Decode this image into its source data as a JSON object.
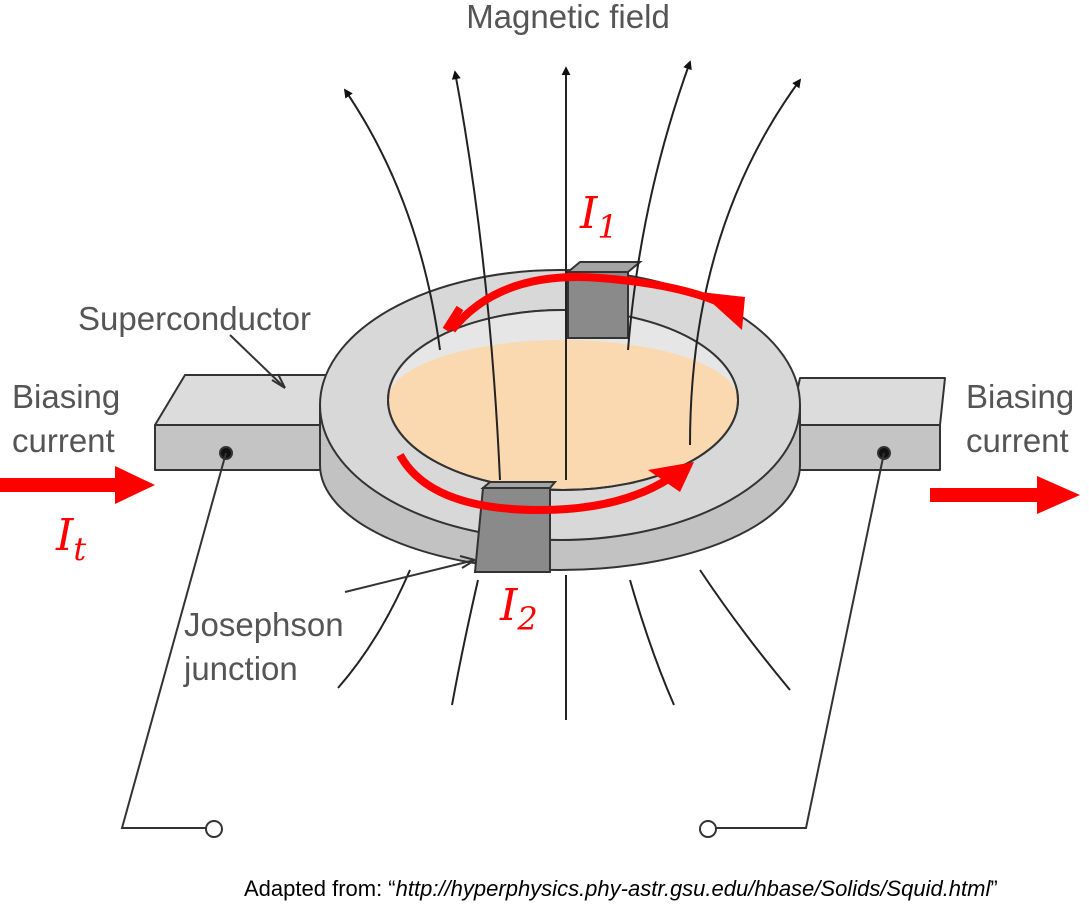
{
  "labels": {
    "magnetic_field": "Magnetic field",
    "superconductor": "Superconductor",
    "biasing_left_line1": "Biasing",
    "biasing_left_line2": "current",
    "biasing_right_line1": "Biasing",
    "biasing_right_line2": "current",
    "josephson_line1": "Josephson",
    "josephson_line2": "junction"
  },
  "currents": {
    "it_main": "I",
    "it_sub": "t",
    "i1_main": "I",
    "i1_sub": "1",
    "i2_main": "I",
    "i2_sub": "2"
  },
  "caption": {
    "prefix": "Adapted from: “",
    "url": "http://hyperphysics.phy-astr.gsu.edu/hbase/Solids/Squid.html",
    "suffix": "”"
  },
  "colors": {
    "current_arrows": "#ff0000",
    "superconductor_fill": "#d6d6d6",
    "hole_fill": "#fbd9b0",
    "junction_fill": "#8a8a8a",
    "field_lines": "#222222"
  }
}
